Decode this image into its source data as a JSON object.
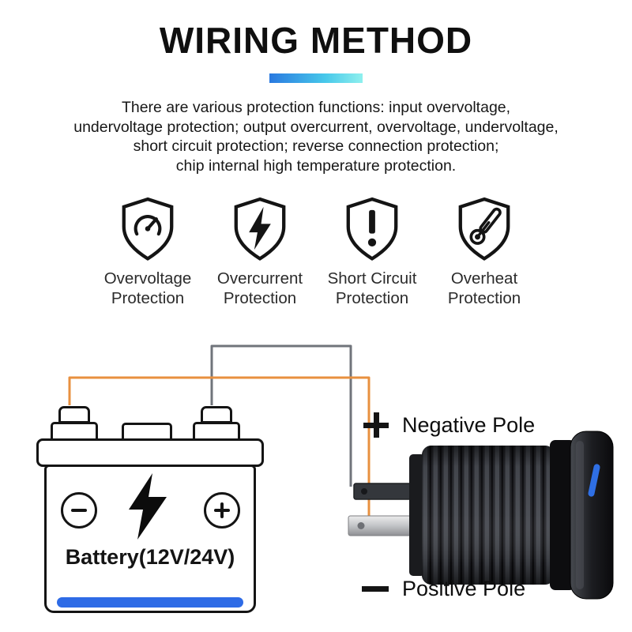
{
  "header": {
    "title": "WIRING METHOD",
    "divider_gradient": [
      "#2a79e0",
      "#8ff0ee"
    ]
  },
  "description": {
    "lines": [
      "There are various protection functions: input overvoltage,",
      "undervoltage protection; output overcurrent, overvoltage, undervoltage,",
      "short circuit protection; reverse connection protection;",
      "chip internal high temperature protection."
    ]
  },
  "features": [
    {
      "icon": "gauge-shield-icon",
      "label_line1": "Overvoltage",
      "label_line2": "Protection"
    },
    {
      "icon": "lightning-shield-icon",
      "label_line1": "Overcurrent",
      "label_line2": "Protection"
    },
    {
      "icon": "exclamation-shield-icon",
      "label_line1": "Short Circuit",
      "label_line2": "Protection"
    },
    {
      "icon": "thermometer-shield-icon",
      "label_line1": "Overheat",
      "label_line2": "Protection"
    }
  ],
  "diagram": {
    "battery": {
      "label": "Battery(12V/24V)",
      "icons": [
        "minus-icon",
        "lightning-icon",
        "plus-icon"
      ],
      "bottom_bar_color": "#2e6be6"
    },
    "wires": {
      "negative_wire_color": "#70747b",
      "positive_wire_color": "#e8903f"
    },
    "poles": {
      "negative": {
        "marker": "+",
        "label": "Negative Pole"
      },
      "positive": {
        "marker": "−",
        "label": "Positive Pole"
      }
    },
    "device": {
      "name": "usb-charger-socket",
      "accent_color": "#2f6fe4"
    }
  }
}
